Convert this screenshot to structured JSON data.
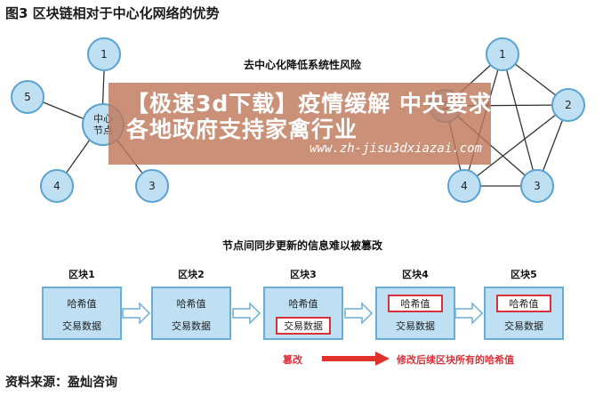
{
  "figure_title": "图3 区块链相对于中心化网络的优势",
  "source": "资料来源：盈灿咨询",
  "top_section_title": "去中心化降低系统性风险",
  "centralized": {
    "center_label": "中心\n节点",
    "nodes": [
      "1",
      "5",
      "4",
      "3"
    ]
  },
  "decentralized": {
    "nodes": [
      "1",
      "2",
      "3",
      "4",
      "5"
    ]
  },
  "bottom_section_title": "节点间同步更新的信息难以被篡改",
  "blocks": [
    {
      "label": "区块1",
      "hash": "哈希值",
      "data": "交易数据",
      "hash_marked": false,
      "data_marked": false
    },
    {
      "label": "区块2",
      "hash": "哈希值",
      "data": "交易数据",
      "hash_marked": false,
      "data_marked": false
    },
    {
      "label": "区块3",
      "hash": "哈希值",
      "data": "交易数据",
      "hash_marked": false,
      "data_marked": true
    },
    {
      "label": "区块4",
      "hash": "哈希值",
      "data": "交易数据",
      "hash_marked": true,
      "data_marked": false
    },
    {
      "label": "区块5",
      "hash": "哈希值",
      "data": "交易数据",
      "hash_marked": true,
      "data_marked": false
    }
  ],
  "tamper_label": "篡改",
  "tamper_effect": "修改后续区块所有的哈希值",
  "watermark": {
    "line1": "【极速3d下载】疫情缓解 中央要求",
    "line2": "各地政府支持家禽行业",
    "url": "www.zh-jisu3dxiazai.com"
  },
  "colors": {
    "node_fill": "#bfe0f3",
    "node_border": "#5aa2cf",
    "accent_red": "#d9313a",
    "watermark": "#be785a"
  }
}
